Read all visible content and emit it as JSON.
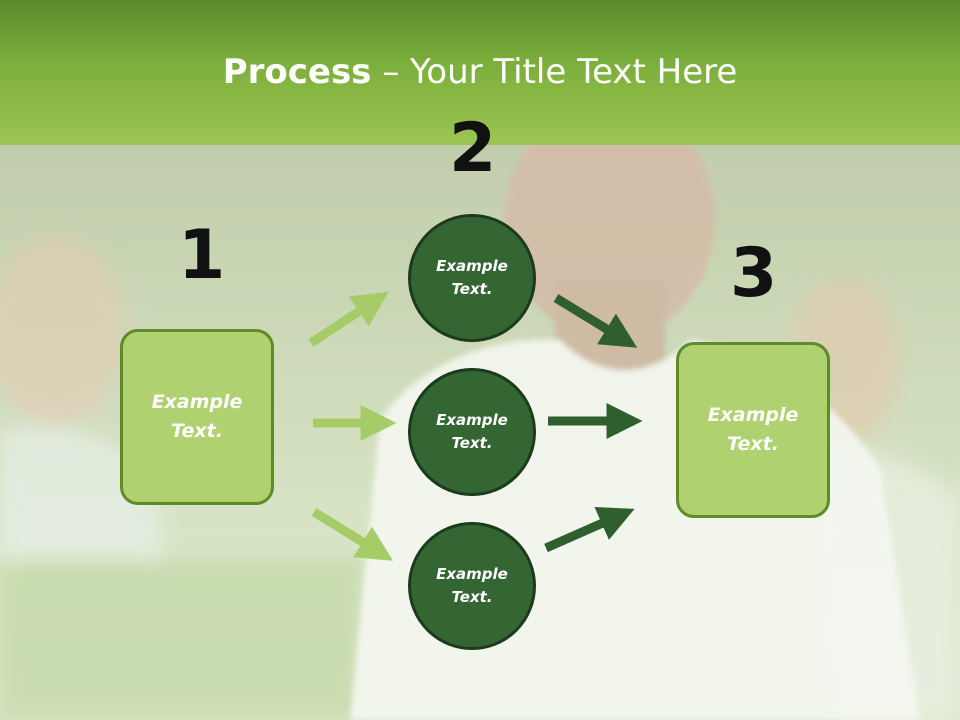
{
  "title": {
    "bold": "Process",
    "rest": " – Your Title Text Here"
  },
  "steps": {
    "one": "1",
    "two": "2",
    "three": "3"
  },
  "boxes": {
    "left": "Example\nText.",
    "right": "Example\nText."
  },
  "circles": {
    "top": "Example\nText.",
    "middle": "Example\nText.",
    "bottom": "Example\nText."
  },
  "colors": {
    "header": "#7daf3c",
    "box_fill": "#afd170",
    "circle_fill": "#346634",
    "light_arrow": "#a6cc68",
    "dark_arrow": "#2f5f2f"
  },
  "icons": {
    "arrows": "arrow-right-icon"
  }
}
